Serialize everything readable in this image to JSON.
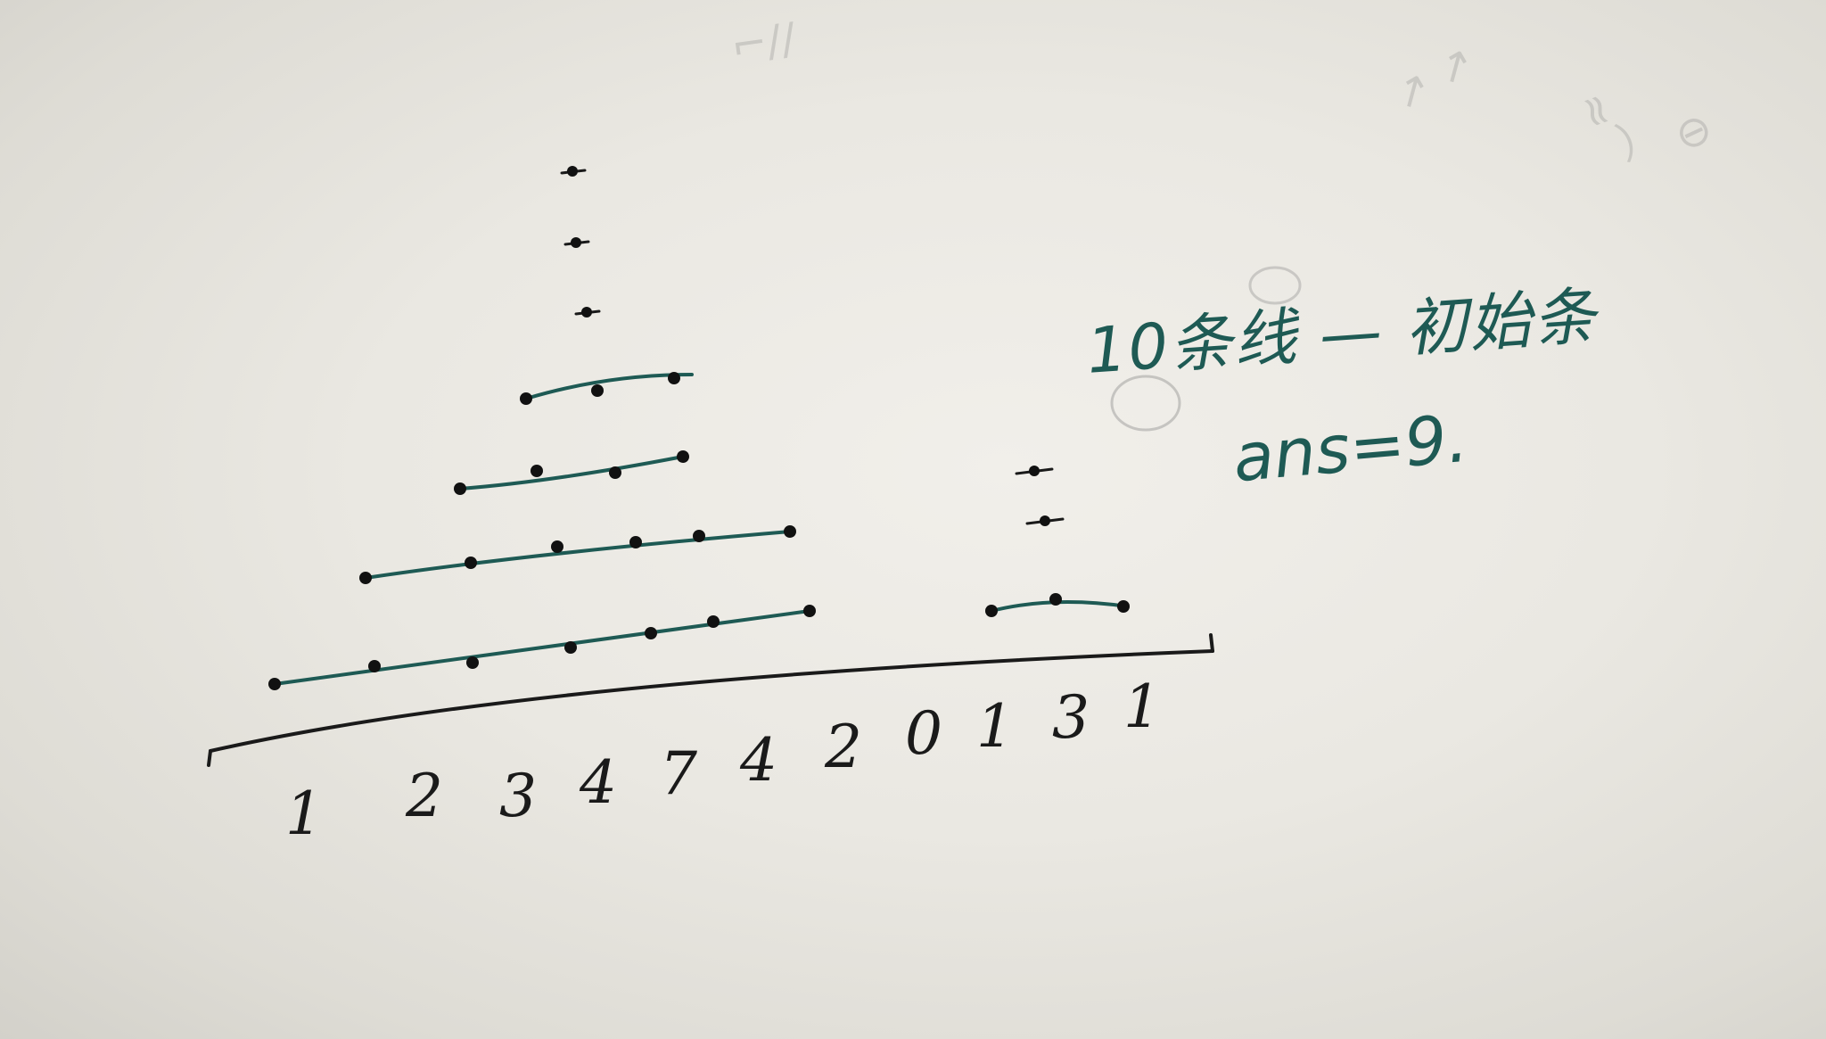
{
  "axis": {
    "labels": [
      "1",
      "2",
      "3",
      "4",
      "7",
      "4",
      "2",
      "0",
      "1",
      "3",
      "1"
    ]
  },
  "notes": {
    "lines_text": "10条线 — 初始条",
    "answer_text": "ans=9."
  },
  "colors": {
    "paper": "#ebe9e3",
    "ink_black": "#1a1a1a",
    "ink_green": "#1e5a54"
  }
}
